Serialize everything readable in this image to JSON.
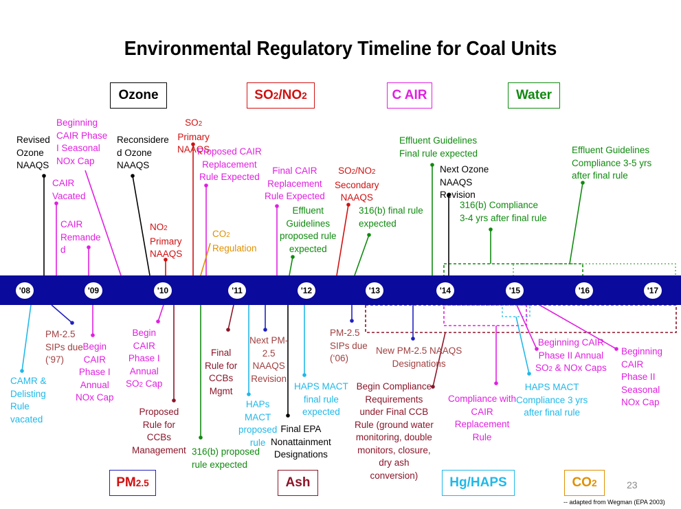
{
  "title": "Environmental Regulatory Timeline for Coal Units",
  "legend": {
    "ozone": "Ozone",
    "so2_no2": "SO2/NO2",
    "cair": "C AIR",
    "water": "Water",
    "pm25": "PM2.5",
    "ash": "Ash",
    "hg_haps": "Hg/HAPS",
    "co2": "CO2"
  },
  "years": [
    "'08",
    "'09",
    "'10",
    "'11",
    "'12",
    "'13",
    "'14",
    "'15",
    "'16",
    "'17"
  ],
  "colors": {
    "band": "#0a0a9c",
    "ozone": "#000000",
    "so2_no2": "#d01010",
    "cair": "#e020e0",
    "water": "#108a10",
    "pm25": "#2020c0",
    "ash": "#8a1528",
    "hg_haps": "#20b8e8",
    "co2": "#e09000"
  },
  "above": {
    "revised_ozone": "Revised\nOzone\nNAAQS",
    "beginning_cair_seasonal": "Beginning\nCAIR Phase\nI  Seasonal\nNOx Cap",
    "cair_vacated": "CAIR\nVacated",
    "cair_remanded": "CAIR\nRemande\nd",
    "reconsidered_ozone": "Reconsidere\nd Ozone\nNAAQS",
    "no2_primary": "NO2\nPrimary\nNAAQS",
    "so2_primary": "SO2\nPrimary\nNAAQS",
    "proposed_cair_replacement": "Proposed CAIR\nReplacement\nRule Expected",
    "co2_regulation": "CO2\nRegulation",
    "final_cair_replacement": "Final CAIR\nReplacement\nRule Expected",
    "effluent_proposed": "Effluent\nGuidelines\nproposed rule\nexpected",
    "so2_no2_secondary": "SO2/NO2\nSecondary\nNAAQS",
    "316b_final": "316(b) final rule\nexpected",
    "effluent_final": "Effluent Guidelines\nFinal rule expected",
    "next_ozone": "Next Ozone\nNAAQS\nRevision",
    "316b_compliance": "316(b) Compliance\n3-4 yrs after final rule",
    "effluent_compliance": "Effluent Guidelines\nCompliance 3-5 yrs\nafter final rule"
  },
  "below": {
    "camr_delisting": "CAMR &\nDelisting\nRule\nvacated",
    "pm25_sips_97": "PM-2.5\nSIPs due\n(‘97)",
    "begin_cair_annual_nox": "Begin\nCAIR\nPhase I\nAnnual\nNOx Cap",
    "begin_cair_annual_so2": "Begin\nCAIR\nPhase I\nAnnual\nSO2 Cap",
    "proposed_ccb_rule": "Proposed\nRule for\nCCBs\nManagement",
    "316b_proposed": "316(b) proposed\nrule expected",
    "final_ccb_rule": "Final\nRule for\nCCBs\nMgmt",
    "haps_mact_proposed": "HAPs\nMACT\nproposed\nrule",
    "next_pm25_revision": "Next PM-\n2.5\nNAAQS\nRevision",
    "final_epa_nonattainment": "Final EPA\nNonattainment\nDesignations",
    "haps_mact_final": "HAPS MACT\nfinal rule\nexpected",
    "pm25_sips_06": "PM-2.5\nSIPs due\n(‘06)",
    "begin_compliance_ccb": "Begin Compliance\nRequirements\nunder Final CCB\nRule (ground water\nmonitoring, double\nmonitors, closure,\ndry ash\nconversion)",
    "new_pm25_designations": "New PM-2.5 NAAQS\nDesignations",
    "compliance_cair_replacement": "Compliance with\nCAIR\nReplacement\nRule",
    "beginning_cair_phase2_annual": "Beginning CAIR\nPhase II Annual\nSO2 & NOx Caps",
    "haps_mact_compliance": "HAPS MACT\nCompliance 3 yrs\nafter final rule",
    "beginning_cair_phase2_seasonal": "Beginning\nCAIR\nPhase II\nSeasonal\nNOx Cap"
  },
  "page_number": "23",
  "source_note": "-- adapted from  Wegman (EPA 2003)"
}
